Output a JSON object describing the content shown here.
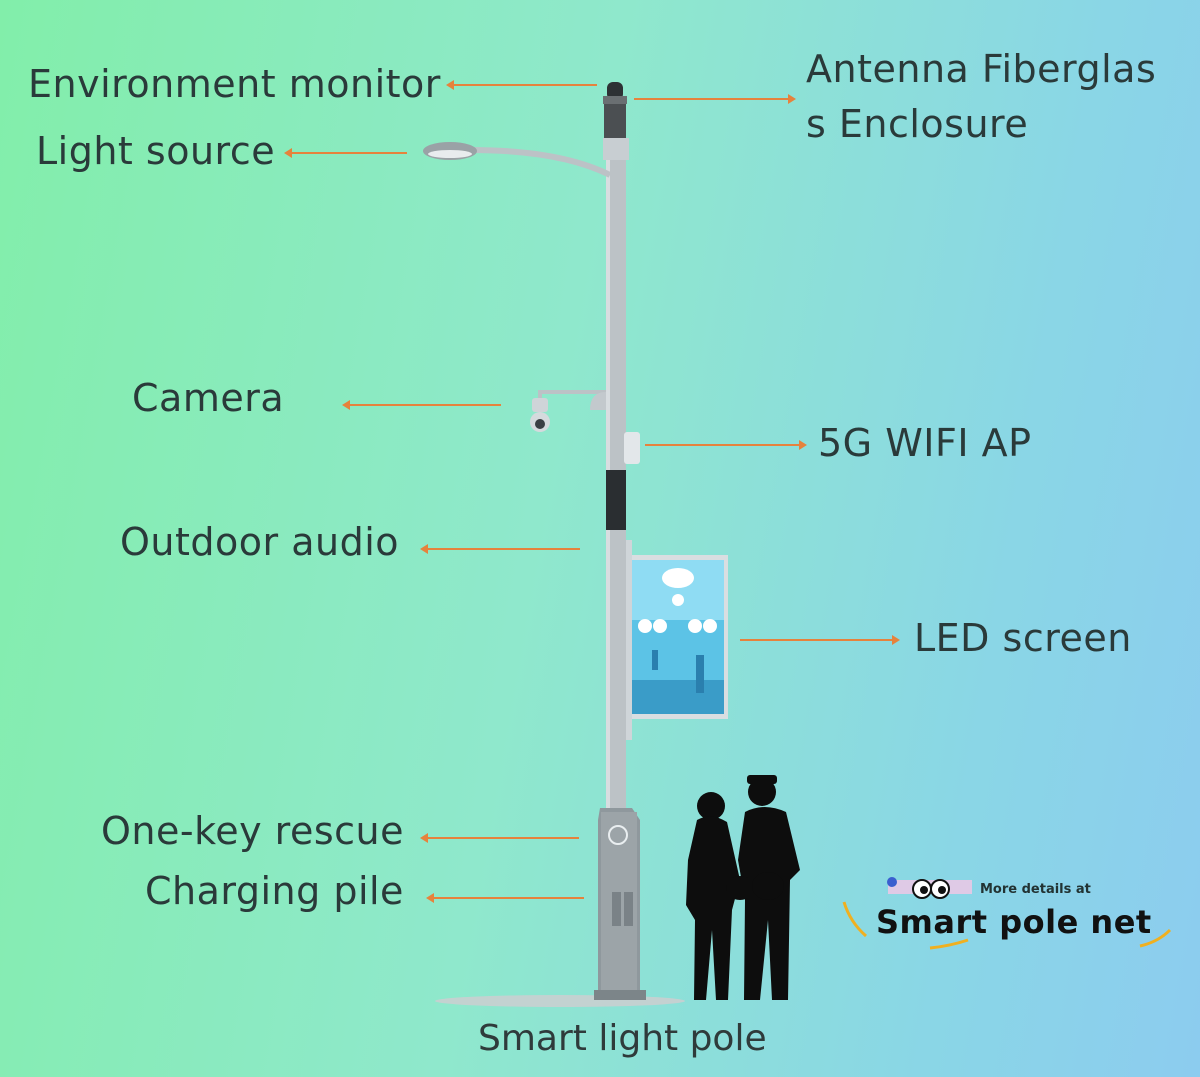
{
  "labels": {
    "environment_monitor": "Environment monitor",
    "antenna_line1": "Antenna Fiberglas",
    "antenna_line2": "s Enclosure",
    "light_source": "Light source",
    "camera": "Camera",
    "wifi_ap": "5G WIFI AP",
    "outdoor_audio": "Outdoor audio",
    "led_screen": "LED screen",
    "one_key_rescue": "One-key rescue",
    "charging_pile": "Charging pile"
  },
  "caption": "Smart light pole",
  "watermark": {
    "tagline": "More details at",
    "brand": "Smart pole net"
  },
  "colors": {
    "arrow": "#e6823c",
    "text": "#2a3a3a",
    "pole": "#b9bfc3"
  }
}
